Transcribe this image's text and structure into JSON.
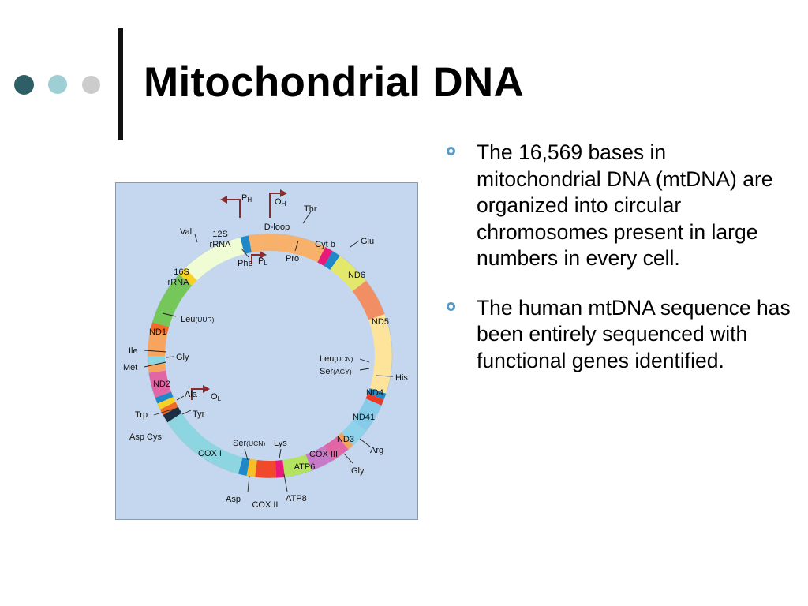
{
  "slide": {
    "title": "Mitochondrial DNA",
    "colors": {
      "dot1": "#2f5f66",
      "dot2": "#9ecfd5",
      "dot3": "#cccccc",
      "figure_bg": "#c5d7ee",
      "bullet": "#5b9ac4"
    },
    "bullets": [
      {
        "text": "The 16,569 bases in mitochondrial DNA (mtDNA) are organized into circular chromosomes present in large numbers in every cell."
      },
      {
        "text": "The human mtDNA sequence has been entirely sequenced with functional genes identified."
      }
    ]
  },
  "diagram": {
    "segment_labels": {
      "dloop": "D-loop",
      "s12": "12S",
      "s12b": "rRNA",
      "s16": "16S",
      "s16b": "rRNA",
      "nd1": "ND1",
      "nd2": "ND2",
      "cox1": "COX I",
      "cox2": "COX II",
      "atp6": "ATP6",
      "cox3": "COX III",
      "nd3": "ND3",
      "nd41": "ND41",
      "nd4": "ND4",
      "nd5": "ND5",
      "nd6": "ND6",
      "cytb": "Cyt b"
    },
    "callouts": {
      "ph": "P",
      "ph_sub": "H",
      "oh": "O",
      "oh_sub": "H",
      "pl": "P",
      "pl_sub": "L",
      "ol": "O",
      "ol_sub": "L",
      "thr": "Thr",
      "glu": "Glu",
      "pro": "Pro",
      "phe": "Phe",
      "val": "Val",
      "leu_uur": "Leu",
      "leu_uur_sub": "(UUR)",
      "ile": "Ile",
      "met": "Met",
      "gly1": "Gly",
      "ala": "Ala",
      "trp": "Trp",
      "tyr": "Tyr",
      "asp_cys": "Asp Cys",
      "ser_ucn1": "Ser",
      "ser_ucn1_sub": "(UCN)",
      "lys": "Lys",
      "asp": "Asp",
      "atp8": "ATP8",
      "gly2": "Gly",
      "arg": "Arg",
      "his": "His",
      "leu_ucn": "Leu",
      "leu_ucn_sub": "(UCN)",
      "ser_agy": "Ser",
      "ser_agy_sub": "(AGY)"
    }
  }
}
